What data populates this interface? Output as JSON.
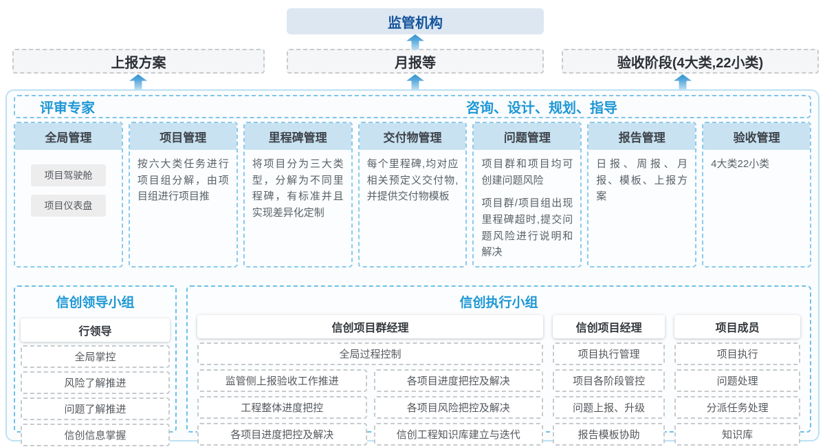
{
  "colors": {
    "accent_blue": "#1d97d5",
    "dark_blue": "#15559c",
    "column_header_fill": "#c9e2f1",
    "arrow_blue": "#2e92d0",
    "container_border": "#bce1f4"
  },
  "top": {
    "regulator": "监管机构",
    "report_plan": "上报方案",
    "monthly_report": "月报等",
    "acceptance_stage": "验收阶段(4大类,22小类)"
  },
  "middle": {
    "left_title": "评审专家",
    "right_title": "咨询、设计、规划、指导",
    "columns": [
      {
        "title": "全局管理",
        "items": [
          "项目驾驶舱",
          "项目仪表盘"
        ]
      },
      {
        "title": "项目管理",
        "paragraphs": [
          "按六大类任务进行项目组分解，由项目组进行项目推"
        ]
      },
      {
        "title": "里程碑管理",
        "paragraphs": [
          "将项目分为三大类型，分解为不同里程碑，有标准并且实现差异化定制"
        ]
      },
      {
        "title": "交付物管理",
        "paragraphs": [
          "每个里程碑,均对应相关预定义交付物,并提供交付物模板"
        ]
      },
      {
        "title": "问题管理",
        "paragraphs": [
          "项目群和项目均可创建问题风险",
          "项目群/项目组出现里程碑超时,提交问题风险进行说明和解决"
        ]
      },
      {
        "title": "报告管理",
        "paragraphs": [
          "日报、周报、月报、模板、上报方案"
        ]
      },
      {
        "title": "验收管理",
        "paragraphs": [
          "4大类22小类"
        ]
      }
    ]
  },
  "bottom": {
    "leader_group": {
      "title": "信创领导小组",
      "role": "行领导",
      "items": [
        "全局掌控",
        "风险了解推进",
        "问题了解推进",
        "信创信息掌握"
      ]
    },
    "exec_group": {
      "title": "信创执行小组",
      "program_manager": {
        "role": "信创项目群经理",
        "full_item": "全局过程控制",
        "grid_items": [
          "监管侧上报验收工作推进",
          "各项目进度把控及解决",
          "工程整体进度把控",
          "各项目风险把控及解决",
          "各项目进度把控及解决",
          "信创工程知识库建立与迭代"
        ]
      },
      "project_manager": {
        "role": "信创项目经理",
        "items": [
          "项目执行管理",
          "项目各阶段管控",
          "问题上报、升级",
          "报告模板协助"
        ]
      },
      "member": {
        "role": "项目成员",
        "items": [
          "项目执行",
          "问题处理",
          "分派任务处理",
          "知识库"
        ]
      }
    }
  }
}
